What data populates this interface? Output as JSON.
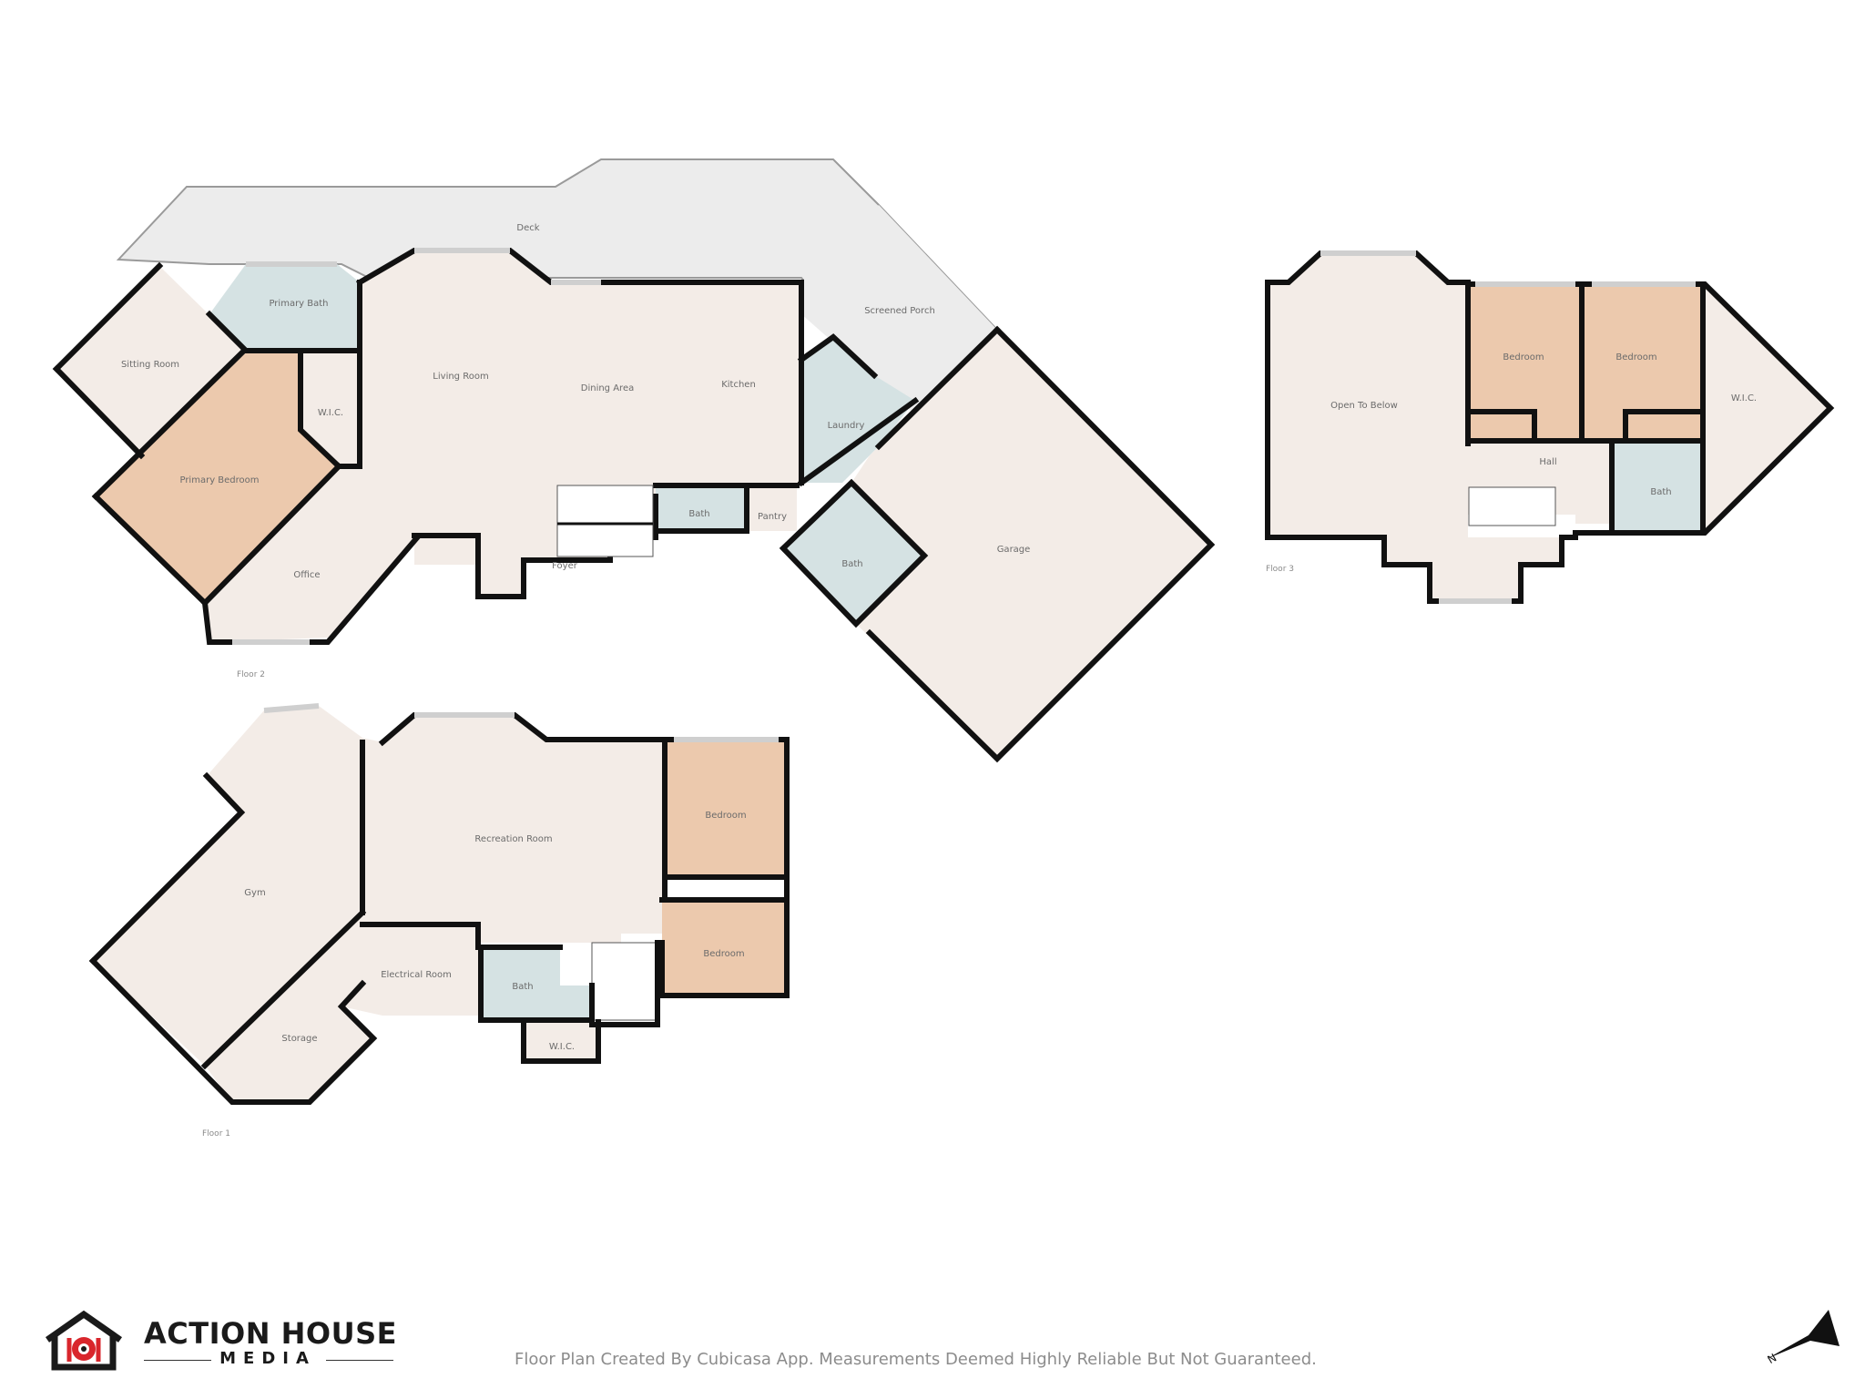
{
  "floors": [
    {
      "label": "Floor 2"
    },
    {
      "label": "Floor 1"
    },
    {
      "label": "Floor 3"
    }
  ],
  "rooms": {
    "deck": "Deck",
    "primary_bath": "Primary Bath",
    "sitting_room": "Sitting Room",
    "wic_f2": "W.I.C.",
    "primary_bedroom": "Primary Bedroom",
    "living_room": "Living Room",
    "dining_area": "Dining Area",
    "kitchen": "Kitchen",
    "screened_porch": "Screened Porch",
    "laundry": "Laundry",
    "office": "Office",
    "foyer": "Foyer",
    "bath_f2_a": "Bath",
    "pantry": "Pantry",
    "bath_f2_b": "Bath",
    "garage": "Garage",
    "gym": "Gym",
    "recreation_room": "Recreation Room",
    "bedroom_f1_a": "Bedroom",
    "bedroom_f1_b": "Bedroom",
    "electrical_room": "Electrical Room",
    "bath_f1": "Bath",
    "storage": "Storage",
    "wic_f1": "W.I.C.",
    "open_to_below": "Open To Below",
    "bedroom_f3_a": "Bedroom",
    "bedroom_f3_b": "Bedroom",
    "wic_f3": "W.I.C.",
    "hall": "Hall",
    "bath_f3": "Bath"
  },
  "colors": {
    "floor": "#f3ece7",
    "outdoor": "#ececec",
    "bedroom": "#ecc9ad",
    "bath": "#d5e2e3",
    "wall": "#111111"
  },
  "brand": {
    "name": "ACTION HOUSE",
    "sub": "MEDIA",
    "accent": "#d9262c"
  },
  "footer": {
    "note": "Floor Plan Created By Cubicasa App. Measurements Deemed Highly Reliable But Not Guaranteed."
  },
  "compass": {
    "letter": "N"
  }
}
